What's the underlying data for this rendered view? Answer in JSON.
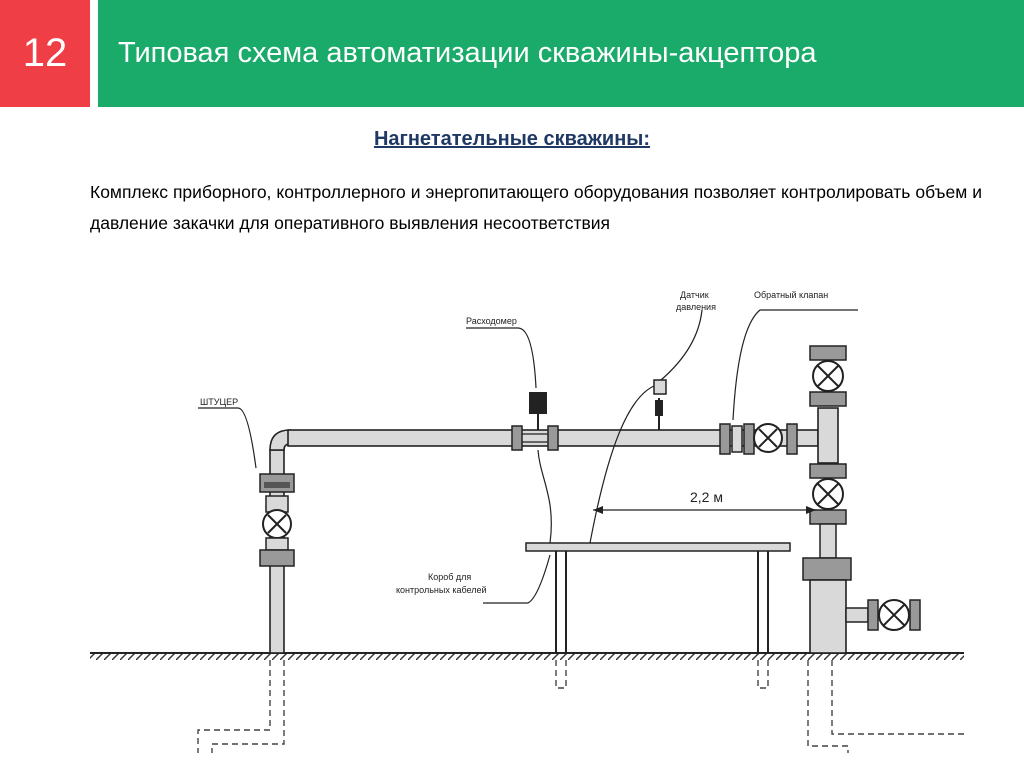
{
  "slide": {
    "number": "12",
    "title": "Типовая схема автоматизации скважины-акцептора"
  },
  "content": {
    "subtitle": "Нагнетательные  скважины:",
    "paragraph": "Комплекс приборного, контроллерного и энергопитающего оборудования позволяет контролировать объем и давление закачки для оперативного выявления несоответствия"
  },
  "diagram": {
    "labels": {
      "choke": "ШТУЦЕР",
      "flowmeter": "Расходомер",
      "pressure_sensor_line1": "Датчик",
      "pressure_sensor_line2": "давления",
      "check_valve": "Обратный клапан",
      "cable_box_line1": "Короб для",
      "cable_box_line2": "контрольных кабелей",
      "distance": "2,2 м"
    }
  },
  "colors": {
    "number_box": "#ef3e45",
    "title_bar": "#1aaa6a",
    "subtitle": "#1f3864"
  }
}
